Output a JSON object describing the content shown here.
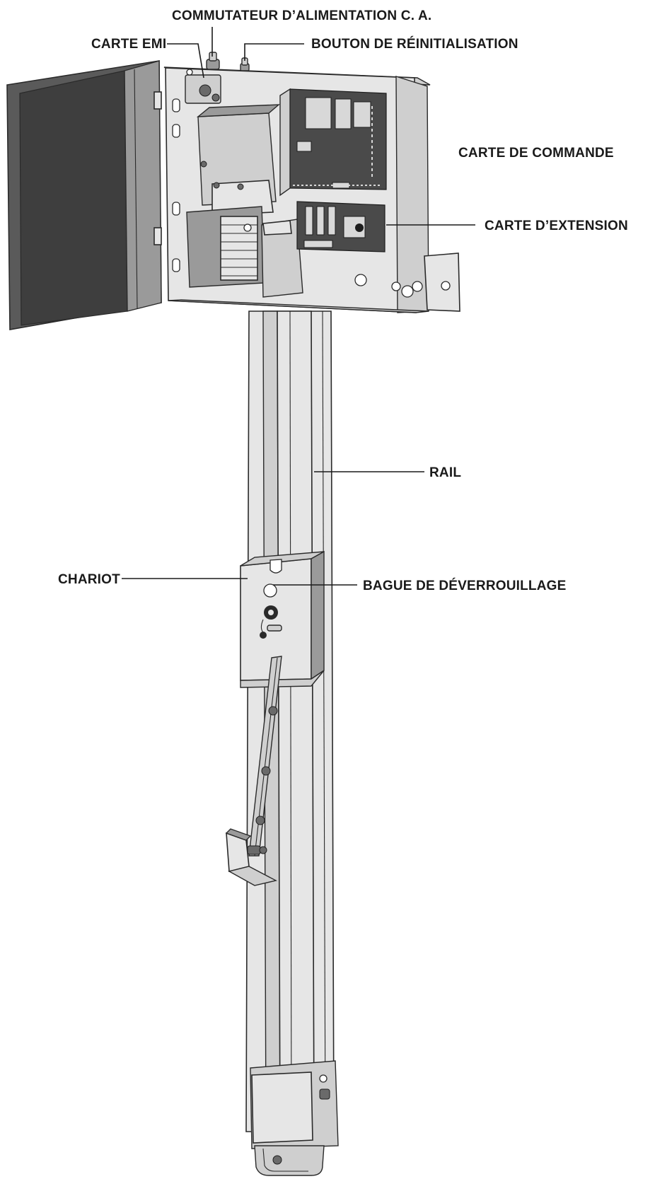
{
  "labels": {
    "ac_switch": "COMMUTATEUR D’ALIMENTATION C. A.",
    "emi_board": "CARTE EMI",
    "reset_button": "BOUTON DE RÉINITIALISATION",
    "control_board": "CARTE DE COMMANDE",
    "expansion_board": "CARTE D’EXTENSION",
    "rail": "RAIL",
    "trolley": "CHARIOT",
    "release_ring": "BAGUE DE DÉVERROUILLAGE"
  }
}
